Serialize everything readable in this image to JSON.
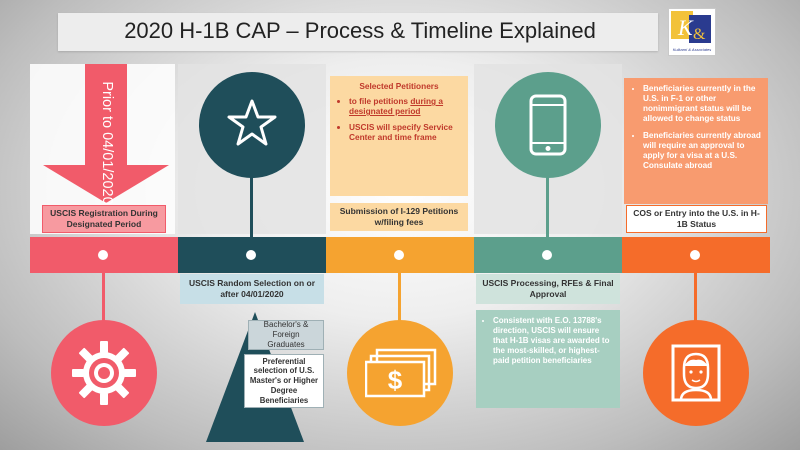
{
  "title": "2020 H-1B CAP – Process & Timeline Explained",
  "logo": {
    "text": "Kulkarni & Associates",
    "icon": "kulkarni-logo-icon"
  },
  "colors": {
    "red": "#f15b6a",
    "teal_dark": "#1f4e5a",
    "orange_yellow": "#f5a330",
    "sage": "#5c9f8c",
    "orange": "#f56c2a"
  },
  "stages": {
    "registration": {
      "prior_label": "Prior to 04/01/2020",
      "box": "USCIS Registration During Designated Period",
      "icon": "gear-icon"
    },
    "selection": {
      "box": "USCIS Random Selection on or after 04/01/2020",
      "icon": "star-icon",
      "bachelor": "Bachelor's & Foreign Graduates",
      "preferential": "Preferential selection of U.S. Master's or Higher Degree Beneficiaries"
    },
    "petition": {
      "heading": "Selected Petitioners",
      "bullet1_pre": "to file petitions ",
      "bullet1_underline": "during a designated period",
      "bullet2": "USCIS will specify Service Center and time frame",
      "box": "Submission of I-129 Petitions w/filing fees",
      "icon": "money-icon"
    },
    "processing": {
      "box": "USCIS Processing, RFEs & Final Approval",
      "consistent": "Consistent with E.O. 13788's direction, USCIS will ensure that H-1B visas are awarded to the most-skilled, or highest-paid petition beneficiaries",
      "icon": "smartphone-icon"
    },
    "status": {
      "bullet1": "Beneficiaries currently in the U.S. in F-1 or other nonimmigrant status will be allowed to change status",
      "bullet2": "Beneficiaries currently abroad will require an approval to apply for a visa at a U.S. Consulate abroad",
      "box": "COS or Entry into the U.S. in H-1B Status",
      "icon": "portrait-icon"
    }
  }
}
